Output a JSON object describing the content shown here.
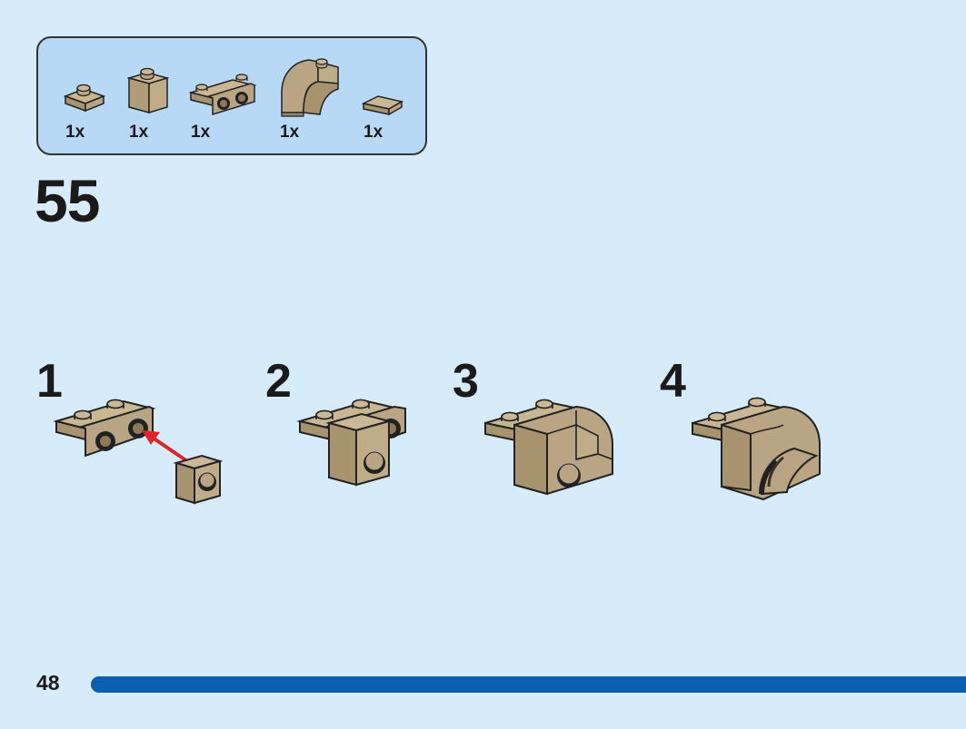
{
  "parts_list": {
    "items": [
      {
        "qty": "1x",
        "icon": "plate-1x2-icon"
      },
      {
        "qty": "1x",
        "icon": "brick-1x1-icon"
      },
      {
        "qty": "1x",
        "icon": "bracket-plate-icon"
      },
      {
        "qty": "1x",
        "icon": "curved-slope-brick-icon"
      },
      {
        "qty": "1x",
        "icon": "tile-wedge-icon"
      }
    ]
  },
  "step": {
    "number": "55"
  },
  "substeps": [
    {
      "number": "1"
    },
    {
      "number": "2"
    },
    {
      "number": "3"
    },
    {
      "number": "4"
    }
  ],
  "page": {
    "number": "48"
  },
  "colors": {
    "background": "#d6ecfb",
    "parts_box": "#b7d9f5",
    "brick": "#b9a584",
    "brick_dark": "#9a8766",
    "arrow": "#e0242b",
    "progress_bar": "#0a5fb0"
  }
}
